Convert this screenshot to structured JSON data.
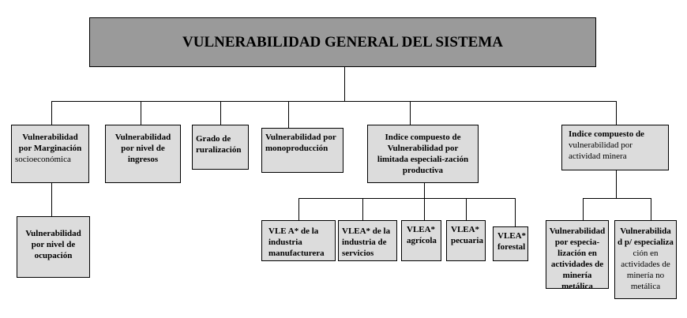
{
  "title": "VULNERABILIDAD GENERAL DEL SISTEMA",
  "level1": [
    {
      "bold": "Vulnerabilidad por Marginación",
      "normal": "socioeconómica"
    },
    {
      "bold": "Vulnerabilidad por nivel de ingresos"
    },
    {
      "bold": "Grado de ruralización"
    },
    {
      "bold": "Vulnerabilidad por monoproducción"
    },
    {
      "bold": "Indice compuesto de Vulnerabilidad por limitada especiali-zación productiva"
    },
    {
      "bold": "Indice compuesto de",
      "normal": "vulnerabilidad por actividad minera"
    }
  ],
  "marginacion_child": {
    "bold": "Vulnerabilidad por nivel de ocupación"
  },
  "especializacion_children": [
    {
      "bold": "VLE A* de la industria manufacturera"
    },
    {
      "bold": "VLEA* de la industria de servicios"
    },
    {
      "bold": "VLEA* agrícola"
    },
    {
      "bold": "VLEA* pecuaria"
    },
    {
      "bold": "VLEA* forestal"
    }
  ],
  "minera_children": [
    {
      "bold": "Vulnerabilidad por especia-lización en actividades de minería metálica"
    },
    {
      "bold": "Vulnerabilida d p/ especializa",
      "normal": "ción en actividades de minería no metálica"
    }
  ]
}
